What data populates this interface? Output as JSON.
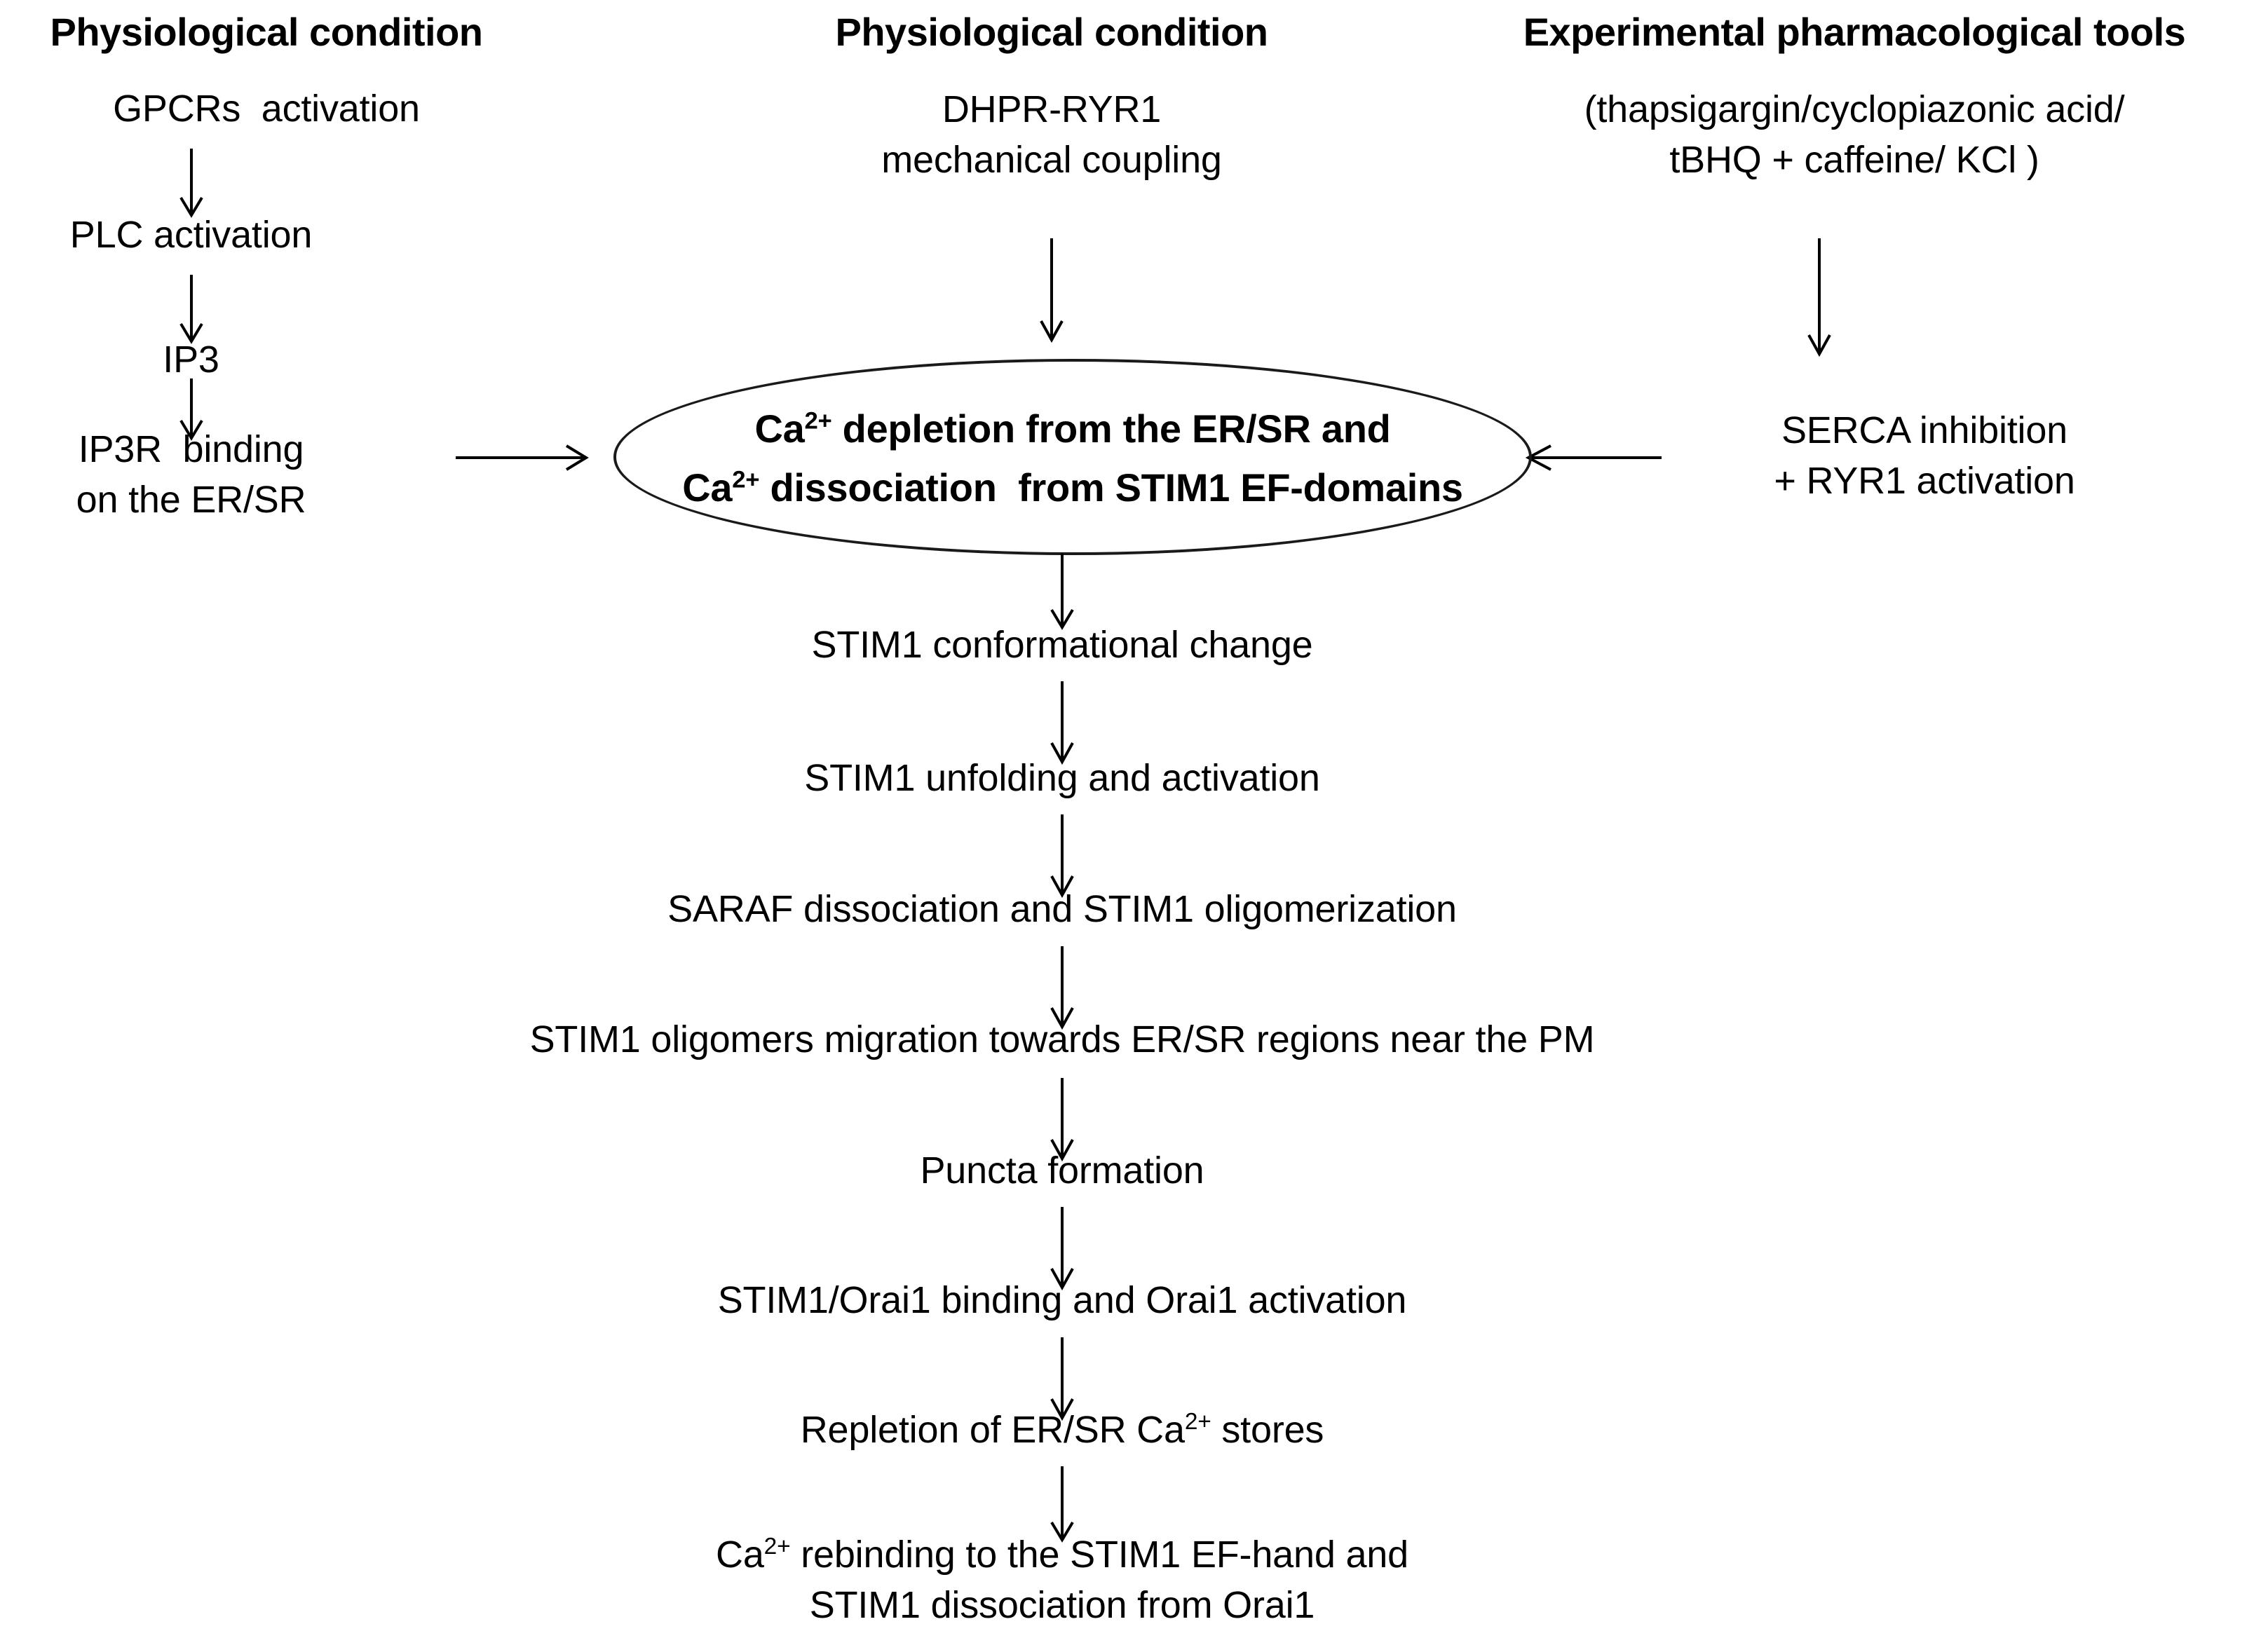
{
  "diagram": {
    "title": "Store-operated calcium entry (SOCE) activation pathway",
    "background_color": "#ffffff",
    "line_color": "#000000"
  },
  "columns": {
    "left": {
      "header": "Physiological condition",
      "steps": [
        "GPCRs  activation",
        "PLC activation",
        "IP3",
        "IP3R  binding\non the ER/SR"
      ]
    },
    "center": {
      "header": "Physiological condition",
      "subtitle": "DHPR-RYR1\nmechanical coupling"
    },
    "right": {
      "header": "Experimental pharmacological tools",
      "subtitle": "(thapsigargin/cyclopiazonic acid/\ntBHQ + caffeine/ KCl )",
      "step": "SERCA inhibition\n+ RYR1 activation"
    }
  },
  "central_node": {
    "shape": "ellipse",
    "line1_prefix": "Ca",
    "line1_sup": "2+",
    "line1_rest": " depletion from the ER/SR and",
    "line2_prefix": "Ca",
    "line2_sup": "2+",
    "line2_rest": " dissociation  from STIM1 EF-domains"
  },
  "chain": [
    {
      "text": "STIM1 conformational change"
    },
    {
      "text": "STIM1 unfolding and activation"
    },
    {
      "text": "SARAF dissociation and STIM1 oligomerization"
    },
    {
      "text": "STIM1 oligomers migration towards ER/SR regions near the PM"
    },
    {
      "text": "Puncta formation"
    },
    {
      "text": "STIM1/Orai1 binding and Orai1 activation"
    },
    {
      "prefix": "Repletion of ER/SR Ca",
      "sup": "2+",
      "rest": " stores"
    },
    {
      "prefix": "Ca",
      "sup": "2+",
      "rest": " rebinding to the STIM1 EF-hand and",
      "line2": "STIM1 dissociation from Orai1"
    }
  ],
  "arrows": {
    "left_to_plc": "down-arrow",
    "plc_to_ip3": "down-arrow",
    "ip3_to_ip3r": "down-arrow",
    "ip3r_to_ellipse": "right-arrow",
    "center_to_ellipse": "down-arrow",
    "tools_to_serca": "down-arrow",
    "serca_to_ellipse": "left-arrow",
    "chain_connectors": "down-arrow"
  }
}
